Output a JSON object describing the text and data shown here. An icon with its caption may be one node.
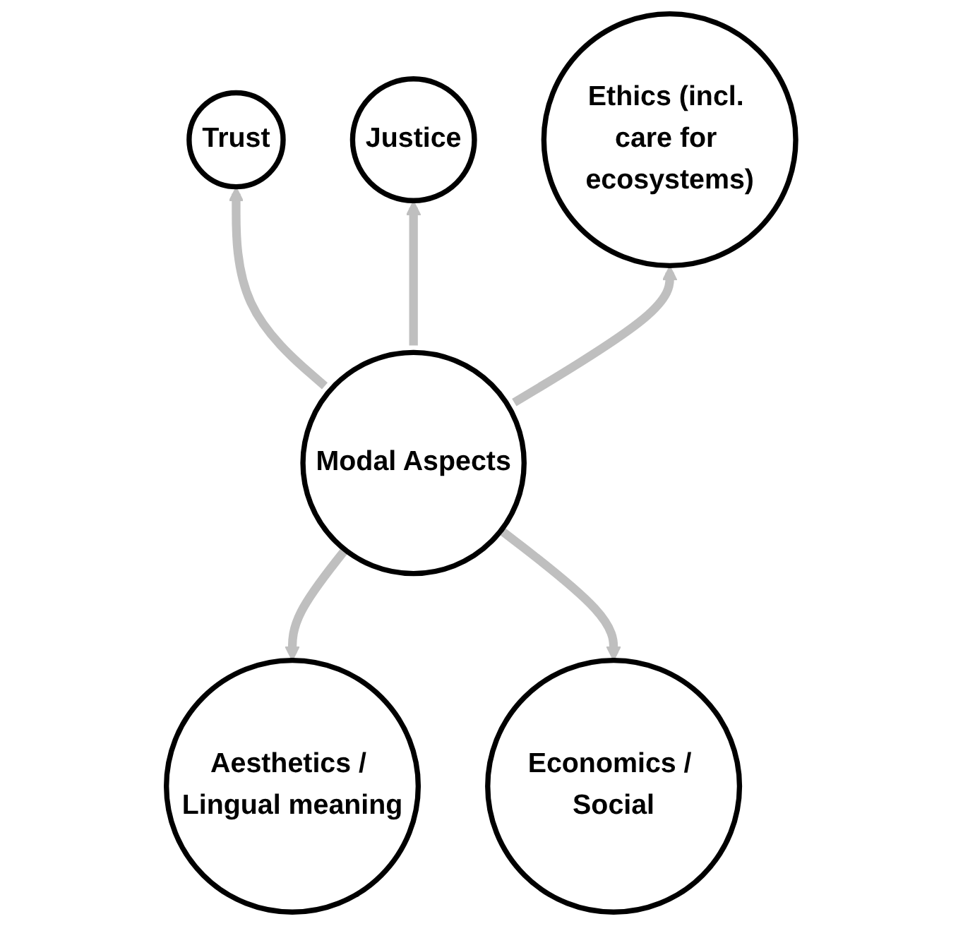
{
  "diagram": {
    "nodes": [
      {
        "text": [
          "Modal Aspects"
        ]
      },
      {
        "text": [
          "Trust"
        ]
      },
      {
        "text": [
          "Justice"
        ]
      },
      {
        "text": [
          "Aesthetics / Lingual meaning"
        ]
      },
      {
        "text": [
          "Economics / Social"
        ]
      },
      {
        "text": [
          "Ethics (incl. care for ecosystems)"
        ]
      }
    ],
    "edges": [
      {
        "from": 0,
        "to": 1,
        "arrow": "to"
      },
      {
        "from": 0,
        "to": 2,
        "arrow": "to"
      },
      {
        "from": 0,
        "to": 3,
        "arrow": "to"
      },
      {
        "from": 0,
        "to": 4,
        "arrow": "to"
      },
      {
        "from": 0,
        "to": 5,
        "arrow": "to"
      }
    ]
  }
}
